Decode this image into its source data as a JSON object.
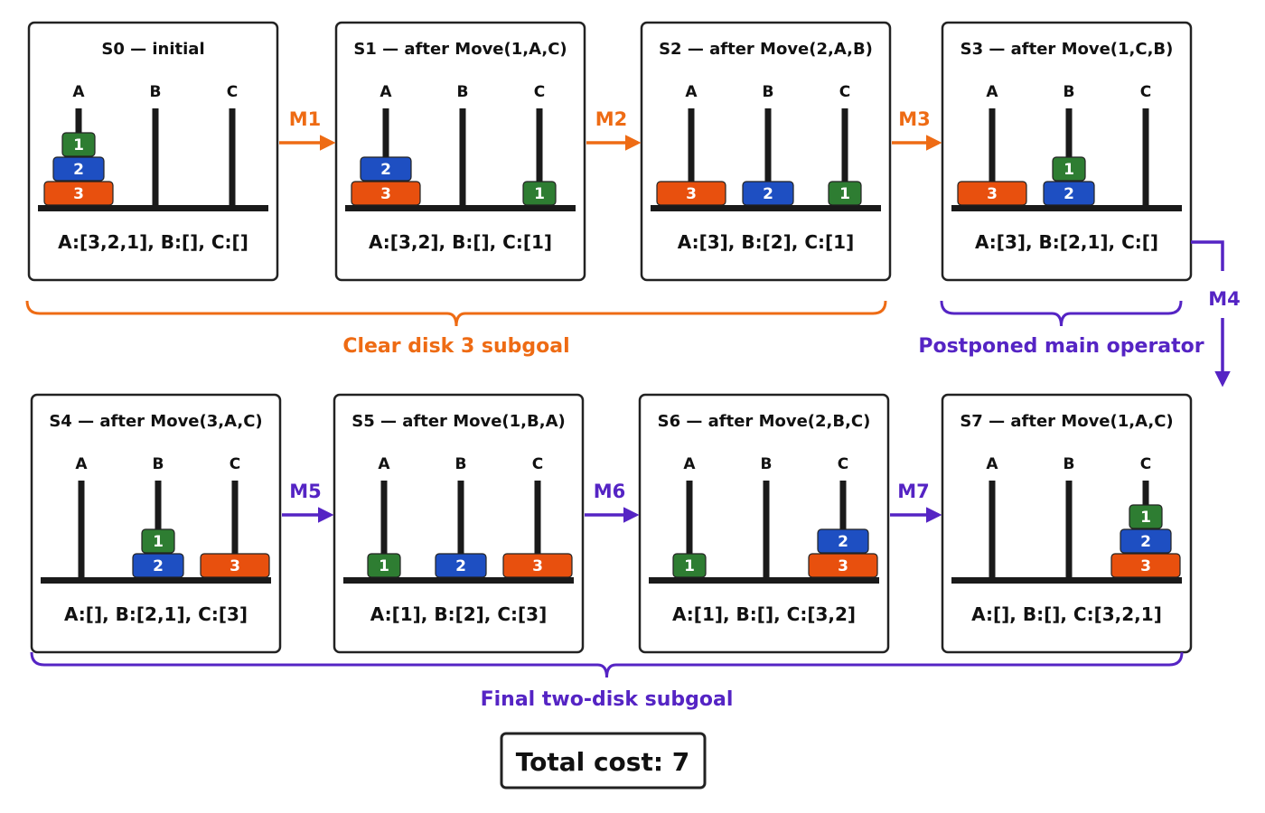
{
  "colors": {
    "disk1": "#2e7d32",
    "disk2": "#1e4fc2",
    "disk3": "#e8500e",
    "phase1": "#ee6b14",
    "phase2": "#5524c4",
    "ink": "#111111"
  },
  "states": [
    {
      "id": "S0",
      "title": "S0 — initial",
      "pegs": {
        "A": [
          3,
          2,
          1
        ],
        "B": [],
        "C": []
      },
      "text": "A:[3,2,1],  B:[],  C:[]"
    },
    {
      "id": "S1",
      "title": "S1 — after Move(1,A,C)",
      "pegs": {
        "A": [
          3,
          2
        ],
        "B": [],
        "C": [
          1
        ]
      },
      "text": "A:[3,2],  B:[],  C:[1]"
    },
    {
      "id": "S2",
      "title": "S2 — after Move(2,A,B)",
      "pegs": {
        "A": [
          3
        ],
        "B": [
          2
        ],
        "C": [
          1
        ]
      },
      "text": "A:[3],  B:[2],  C:[1]"
    },
    {
      "id": "S3",
      "title": "S3 — after Move(1,C,B)",
      "pegs": {
        "A": [
          3
        ],
        "B": [
          2,
          1
        ],
        "C": []
      },
      "text": "A:[3],  B:[2,1],  C:[]"
    },
    {
      "id": "S4",
      "title": "S4 — after Move(3,A,C)",
      "pegs": {
        "A": [],
        "B": [
          2,
          1
        ],
        "C": [
          3
        ]
      },
      "text": "A:[],  B:[2,1],  C:[3]"
    },
    {
      "id": "S5",
      "title": "S5 — after Move(1,B,A)",
      "pegs": {
        "A": [
          1
        ],
        "B": [
          2
        ],
        "C": [
          3
        ]
      },
      "text": "A:[1],  B:[2],  C:[3]"
    },
    {
      "id": "S6",
      "title": "S6 — after Move(2,B,C)",
      "pegs": {
        "A": [
          1
        ],
        "B": [],
        "C": [
          3,
          2
        ]
      },
      "text": "A:[1],  B:[],  C:[3,2]"
    },
    {
      "id": "S7",
      "title": "S7 — after Move(1,A,C)",
      "pegs": {
        "A": [],
        "B": [],
        "C": [
          3,
          2,
          1
        ]
      },
      "text": "A:[],  B:[],  C:[3,2,1]"
    }
  ],
  "peg_names": [
    "A",
    "B",
    "C"
  ],
  "moves": [
    {
      "label": "M1",
      "from": "S0",
      "to": "S1",
      "color": "phase1"
    },
    {
      "label": "M2",
      "from": "S1",
      "to": "S2",
      "color": "phase1"
    },
    {
      "label": "M3",
      "from": "S2",
      "to": "S3",
      "color": "phase1"
    },
    {
      "label": "M4",
      "from": "S3",
      "to": "S4",
      "color": "phase2"
    },
    {
      "label": "M5",
      "from": "S4",
      "to": "S5",
      "color": "phase2"
    },
    {
      "label": "M6",
      "from": "S5",
      "to": "S6",
      "color": "phase2"
    },
    {
      "label": "M7",
      "from": "S6",
      "to": "S7",
      "color": "phase2"
    }
  ],
  "groups": [
    {
      "label": "Clear disk 3 subgoal",
      "color": "phase1"
    },
    {
      "label": "Postponed main operator",
      "color": "phase2"
    },
    {
      "label": "Final two-disk subgoal",
      "color": "phase2"
    }
  ],
  "total": {
    "label": "Total cost: 7"
  }
}
